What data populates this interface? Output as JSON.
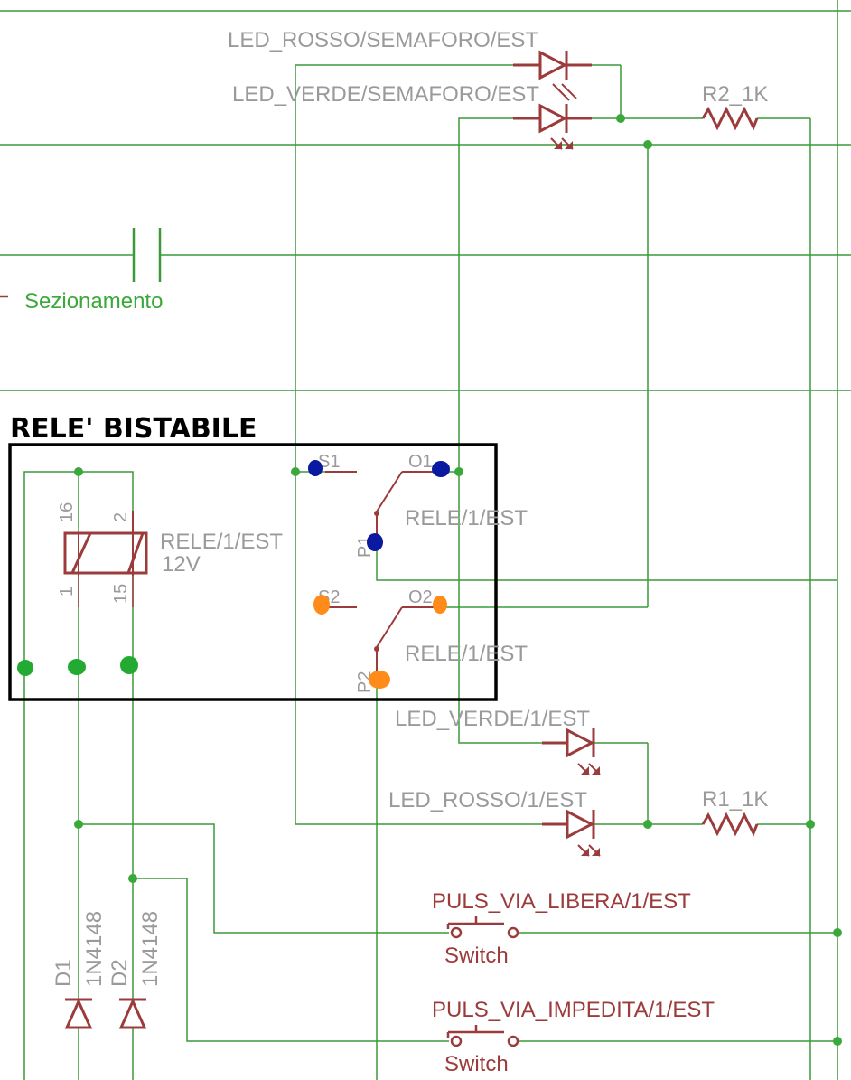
{
  "diagram": {
    "title_box": "RELE' BISTABILE",
    "net_label": "Sezionamento",
    "leds": {
      "top_red": "LED_ROSSO/SEMAFORO/EST",
      "top_green": "LED_VERDE/SEMAFORO/EST",
      "bottom_green": "LED_VERDE/1/EST",
      "bottom_red": "LED_ROSSO/1/EST"
    },
    "resistors": {
      "r2": "R2_1K",
      "r1": "R1_1K"
    },
    "relay": {
      "name": "RELE/1/EST",
      "value": "12V",
      "pin_16": "16",
      "pin_2": "2",
      "pin_1": "1",
      "pin_15": "15",
      "contact_1_name": "RELE/1/EST",
      "contact_2_name": "RELE/1/EST",
      "s1": "S1",
      "o1": "O1",
      "p1": "P1",
      "s2": "S2",
      "o2": "O2",
      "p2": "P2"
    },
    "diodes": {
      "d1_name": "D1",
      "d1_value": "1N4148",
      "d2_name": "D2",
      "d2_value": "1N4148"
    },
    "switches": {
      "sw1_name": "PULS_VIA_LIBERA/1/EST",
      "sw1_value": "Switch",
      "sw2_name": "PULS_VIA_IMPEDITA/1/EST",
      "sw2_value": "Switch"
    },
    "colors": {
      "wire": "#3a9a3a",
      "part": "#9c3b3b",
      "label": "#9a9a9a",
      "marker_blue": "#0a1aa0",
      "marker_orange": "#ff8c1a",
      "marker_green": "#22aa33"
    }
  }
}
